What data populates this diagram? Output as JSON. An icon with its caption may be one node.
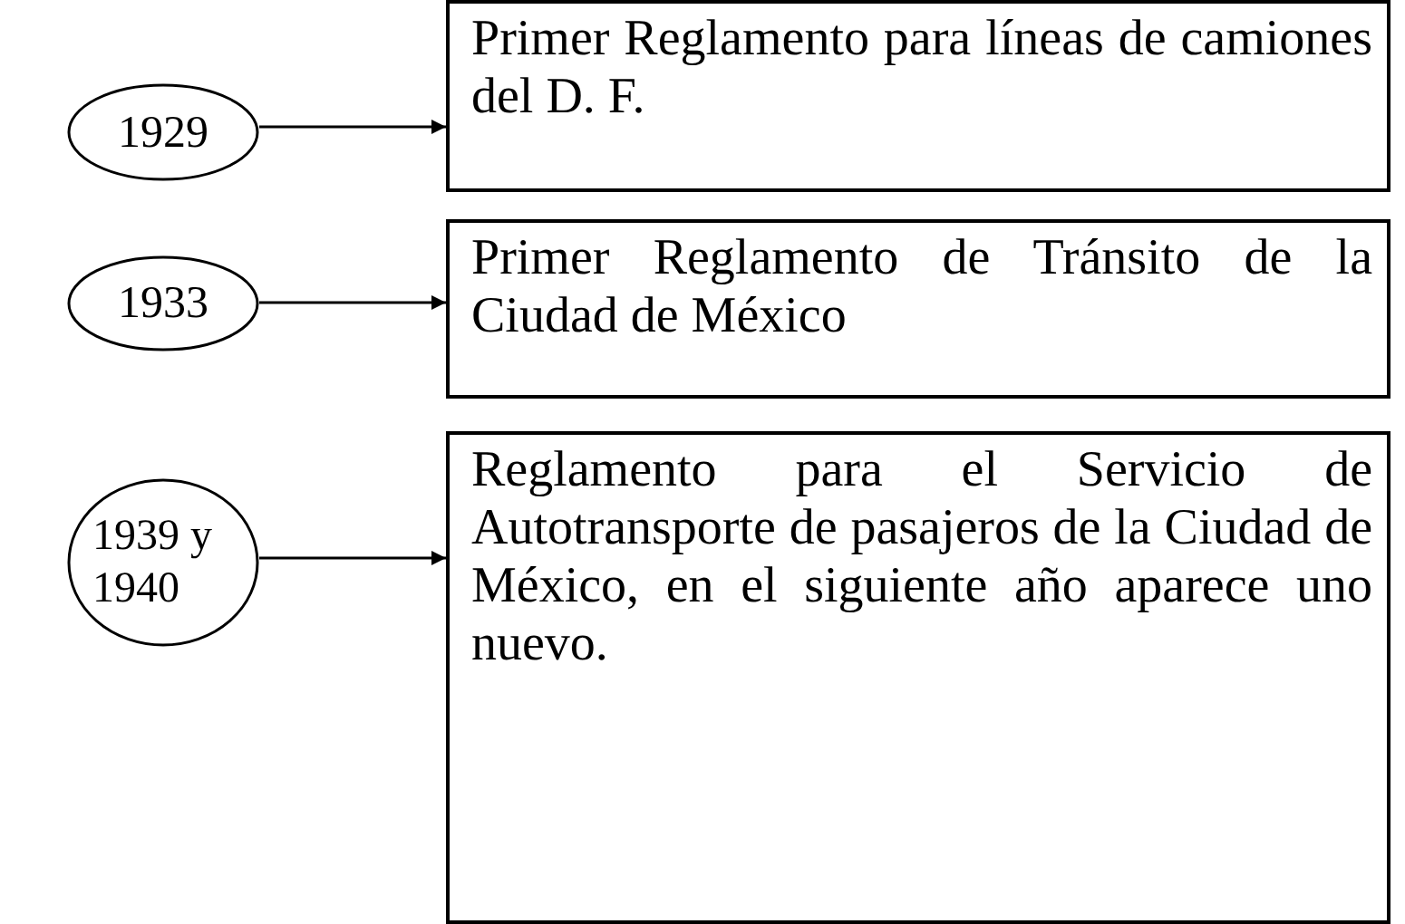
{
  "diagram": {
    "nodes": [
      {
        "text": [
          "1929"
        ]
      },
      {
        "text": [
          "Primer Reglamento para líneas de camiones del D. F."
        ]
      },
      {
        "text": [
          "1933"
        ]
      },
      {
        "text": [
          "Primer Reglamento de Tránsito de la Ciudad de México"
        ]
      },
      {
        "text": [
          "1939 y 1940"
        ]
      },
      {
        "text": [
          "Reglamento para el Servicio de Autotransporte de pasajeros de la Ciudad de México, en el siguiente año aparece uno nuevo."
        ]
      }
    ],
    "edges": [
      {
        "from": 0,
        "to": 1,
        "arrow": "to"
      },
      {
        "from": 2,
        "to": 3,
        "arrow": "to"
      },
      {
        "from": 4,
        "to": 5,
        "arrow": "to"
      }
    ]
  }
}
